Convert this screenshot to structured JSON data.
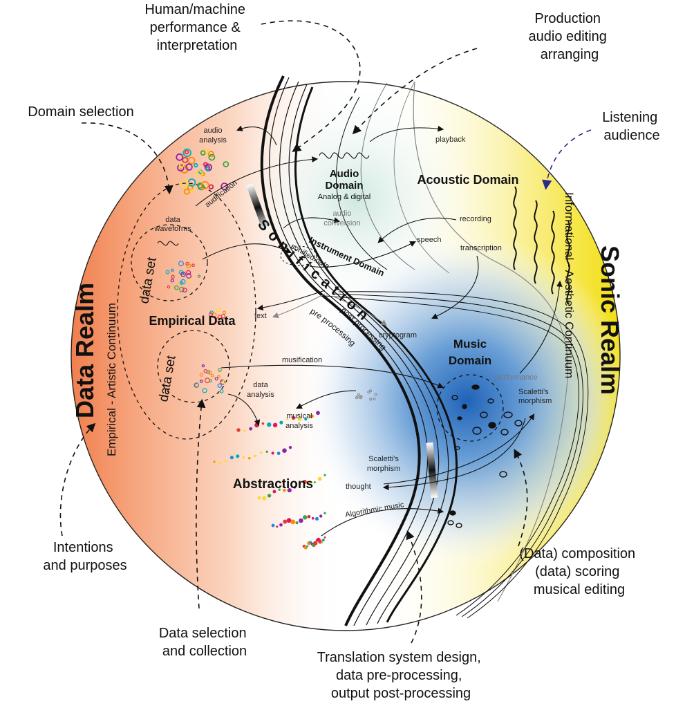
{
  "labels": {
    "data_realm": "Data Realm",
    "sonic_realm": "Sonic Realm",
    "empirical_continuum": "Empirical - Artistic Continuum",
    "informational_continuum": "Informational - Aesthetic Continuum",
    "sonification": "S o n i f i c a t i o n",
    "instrument_domain": "Instrument Domain",
    "post_processing": "post processing",
    "pre_processing": "pre processing",
    "acoustic_domain": "Acoustic Domain",
    "audio_domain": "Audio",
    "audio_domain_2": "Domain",
    "analog_digital": "Analog & digital",
    "music_domain": "Music",
    "music_domain_2": "Domain",
    "empirical_data": "Empirical Data",
    "abstractions": "Abstractions",
    "data_set_1": "data set",
    "data_set_2": "data set"
  },
  "small": {
    "audio_analysis_1": "audio",
    "audio_analysis_2": "analysis",
    "audification": "audification",
    "data_waveforms_1": "data",
    "data_waveforms_2": "waveforms",
    "playback": "playback",
    "audio_conversion_1": "audio",
    "audio_conversion_2": "conversion",
    "recording": "recording",
    "speech": "speech",
    "transcription": "transcription",
    "sonified_data": "sonified data",
    "text": "text",
    "cryptogram": "cryptogram",
    "musification": "musification",
    "data_analysis_1": "data",
    "data_analysis_2": "analysis",
    "musical_analysis_1": "musical",
    "musical_analysis_2": "analysis",
    "performance": "performance",
    "scaletti_1a": "Scaletti's",
    "scaletti_1b": "morphism",
    "scaletti_2a": "Scaletti's",
    "scaletti_2b": "morphism",
    "thought": "thought",
    "algorithmic_music": "Algorithmic music"
  },
  "captions": {
    "human_machine": [
      "Human/machine",
      "performance &",
      "interpretation"
    ],
    "production": [
      "Production",
      "audio editing",
      "arranging"
    ],
    "domain_selection": [
      "Domain selection"
    ],
    "listening": [
      "Listening",
      "audience"
    ],
    "intentions": [
      "Intentions",
      "and purposes"
    ],
    "composition": [
      "(Data) composition",
      "(data) scoring",
      "musical editing"
    ],
    "data_selection": [
      "Data selection",
      "and collection"
    ],
    "translation": [
      "Translation system design,",
      "data pre-processing,",
      "output post-processing"
    ]
  },
  "colors": {
    "data_realm": "#f08a5a",
    "sonic_realm": "#f5e21a",
    "music_domain": "#2b74c4",
    "audio_domain": "#bfe2d8",
    "listening_arrow": "#2a2a8a"
  }
}
